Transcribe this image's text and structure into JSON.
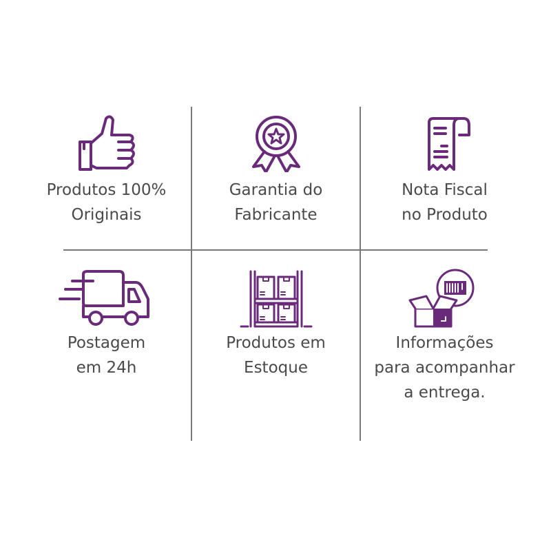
{
  "accent_color": "#6a2a7a",
  "features": [
    {
      "icon": "thumbs-up-icon",
      "lines": [
        "Produtos 100%",
        "Originais"
      ]
    },
    {
      "icon": "award-ribbon-icon",
      "lines": [
        "Garantia do",
        "Fabricante"
      ]
    },
    {
      "icon": "receipt-icon",
      "lines": [
        "Nota Fiscal",
        "no Produto"
      ]
    },
    {
      "icon": "delivery-truck-icon",
      "lines": [
        "Postagem",
        "em 24h"
      ]
    },
    {
      "icon": "warehouse-shelf-icon",
      "lines": [
        "Produtos em",
        "Estoque"
      ]
    },
    {
      "icon": "package-tracking-icon",
      "lines": [
        "Informações",
        "para acompanhar",
        "a entrega."
      ]
    }
  ]
}
